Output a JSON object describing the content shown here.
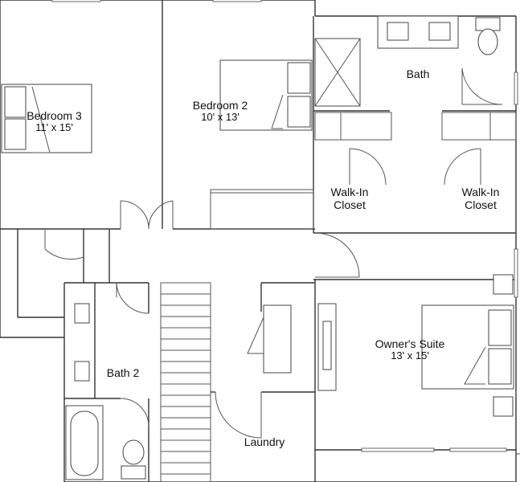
{
  "rooms": {
    "bedroom3": {
      "name": "Bedroom 3",
      "dims": "11' x 15'"
    },
    "bedroom2": {
      "name": "Bedroom 2",
      "dims": "10' x 13'"
    },
    "bath": {
      "name": "Bath"
    },
    "walkin_left": {
      "name": "Walk-In Closet",
      "line1": "Walk-In",
      "line2": "Closet"
    },
    "walkin_right": {
      "name": "Walk-In Closet",
      "line1": "Walk-In",
      "line2": "Closet"
    },
    "owners_suite": {
      "name": "Owner's Suite",
      "dims": "13' x 15'"
    },
    "bath2": {
      "name": "Bath 2"
    },
    "laundry": {
      "name": "Laundry"
    }
  }
}
